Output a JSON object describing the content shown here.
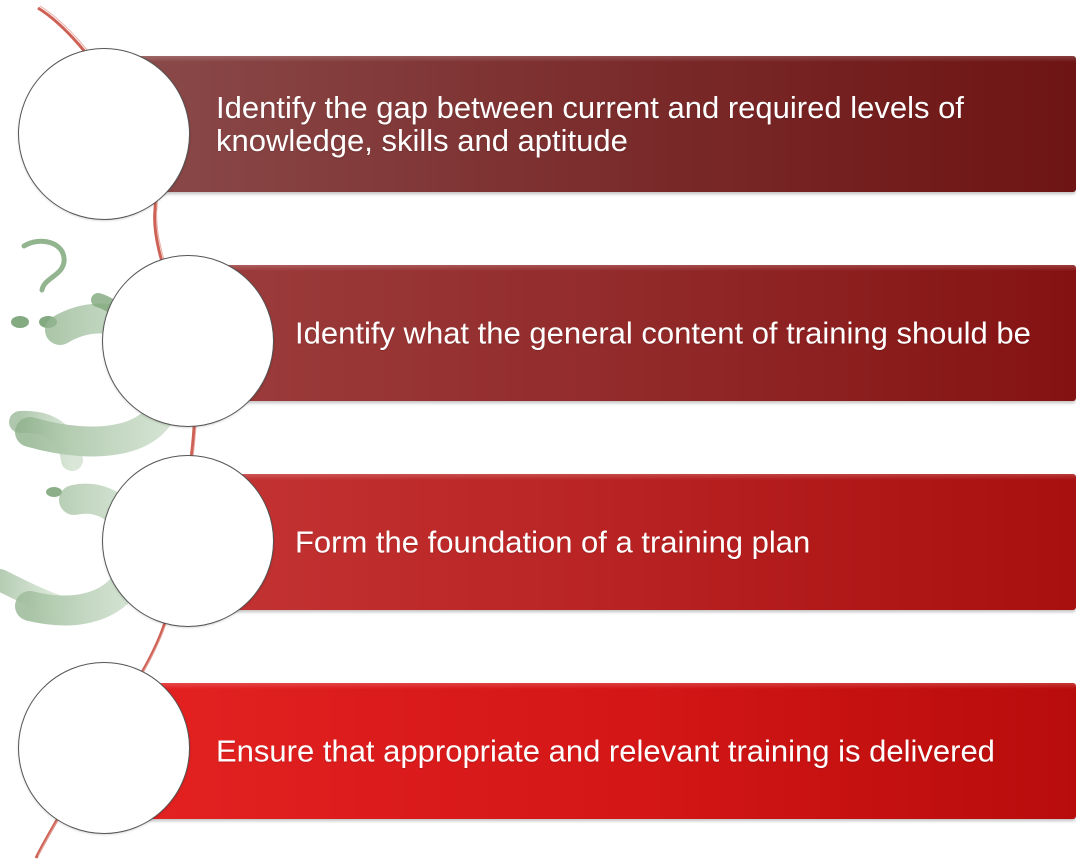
{
  "diagram": {
    "steps": [
      {
        "text": "Identify the gap between current and required levels of knowledge, skills and aptitude"
      },
      {
        "text": "Identify what the general content of training should be"
      },
      {
        "text": "Form the foundation of a training plan"
      },
      {
        "text": "Ensure that appropriate and relevant training is delivered"
      }
    ],
    "colors": {
      "bar_1": [
        "#8b4b4b",
        "#6e1414"
      ],
      "bar_2": [
        "#9c3d3d",
        "#851212"
      ],
      "bar_3": [
        "#c43434",
        "#a80f0f"
      ],
      "bar_4": [
        "#e42222",
        "#b80c0c"
      ],
      "connector": "#c0392b",
      "watermark": "#8fb28c"
    }
  }
}
